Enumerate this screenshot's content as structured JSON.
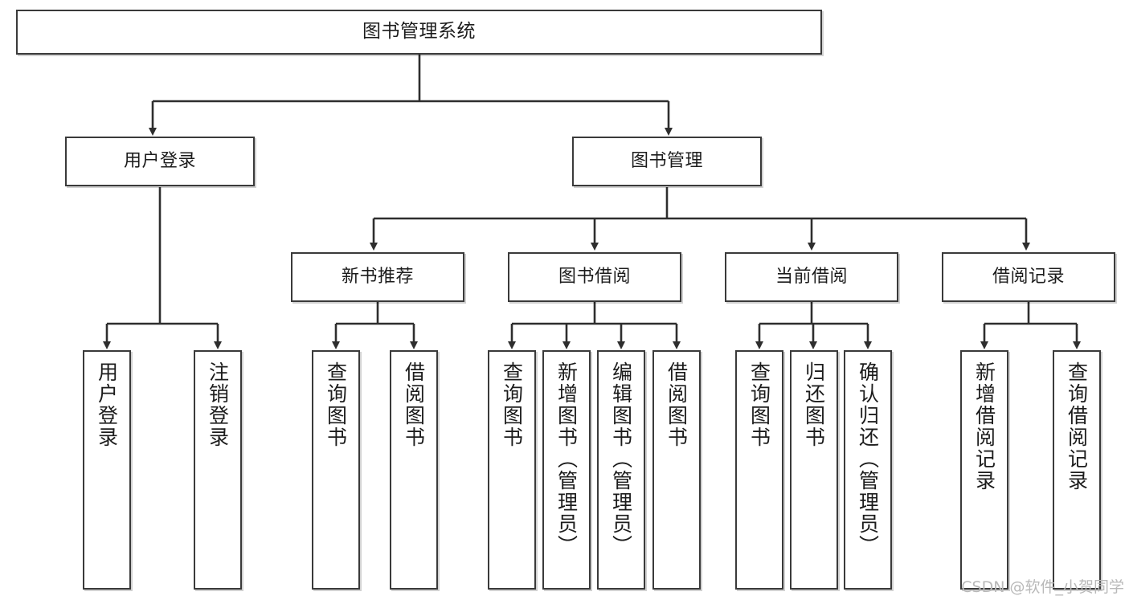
{
  "diagram": {
    "title": "图书管理系统",
    "type": "tree",
    "watermark": "CSDN @软件_小贺同学",
    "colors": {
      "box_border": "#3a3a3a",
      "box_fill": "#ffffff",
      "connector": "#2e2e2e",
      "background": "#ffffff",
      "watermark": "#b9b9b9"
    },
    "nodes": {
      "root": {
        "label": "图书管理系统"
      },
      "level2": [
        {
          "id": "user-login",
          "label": "用户登录"
        },
        {
          "id": "book-manage",
          "label": "图书管理"
        }
      ],
      "level3": [
        {
          "id": "new-book-recommend",
          "label": "新书推荐"
        },
        {
          "id": "book-borrow",
          "label": "图书借阅"
        },
        {
          "id": "current-borrow",
          "label": "当前借阅"
        },
        {
          "id": "borrow-record",
          "label": "借阅记录"
        }
      ],
      "leaves": {
        "user-login": [
          {
            "id": "leaf-user-login",
            "label": "用户登录"
          },
          {
            "id": "leaf-logout",
            "label": "注销登录"
          }
        ],
        "new-book-recommend": [
          {
            "id": "leaf-query-book-1",
            "label": "查询图书"
          },
          {
            "id": "leaf-borrow-book-1",
            "label": "借阅图书"
          }
        ],
        "book-borrow": [
          {
            "id": "leaf-query-book-2",
            "label": "查询图书"
          },
          {
            "id": "leaf-add-book",
            "label": "新增图书（管理员）"
          },
          {
            "id": "leaf-edit-book",
            "label": "编辑图书（管理员）"
          },
          {
            "id": "leaf-borrow-book-2",
            "label": "借阅图书"
          }
        ],
        "current-borrow": [
          {
            "id": "leaf-query-book-3",
            "label": "查询图书"
          },
          {
            "id": "leaf-return-book",
            "label": "归还图书"
          },
          {
            "id": "leaf-confirm-return",
            "label": "确认归还（管理员）"
          }
        ],
        "borrow-record": [
          {
            "id": "leaf-add-record",
            "label": "新增借阅记录"
          },
          {
            "id": "leaf-query-record",
            "label": "查询借阅记录"
          }
        ]
      }
    }
  }
}
